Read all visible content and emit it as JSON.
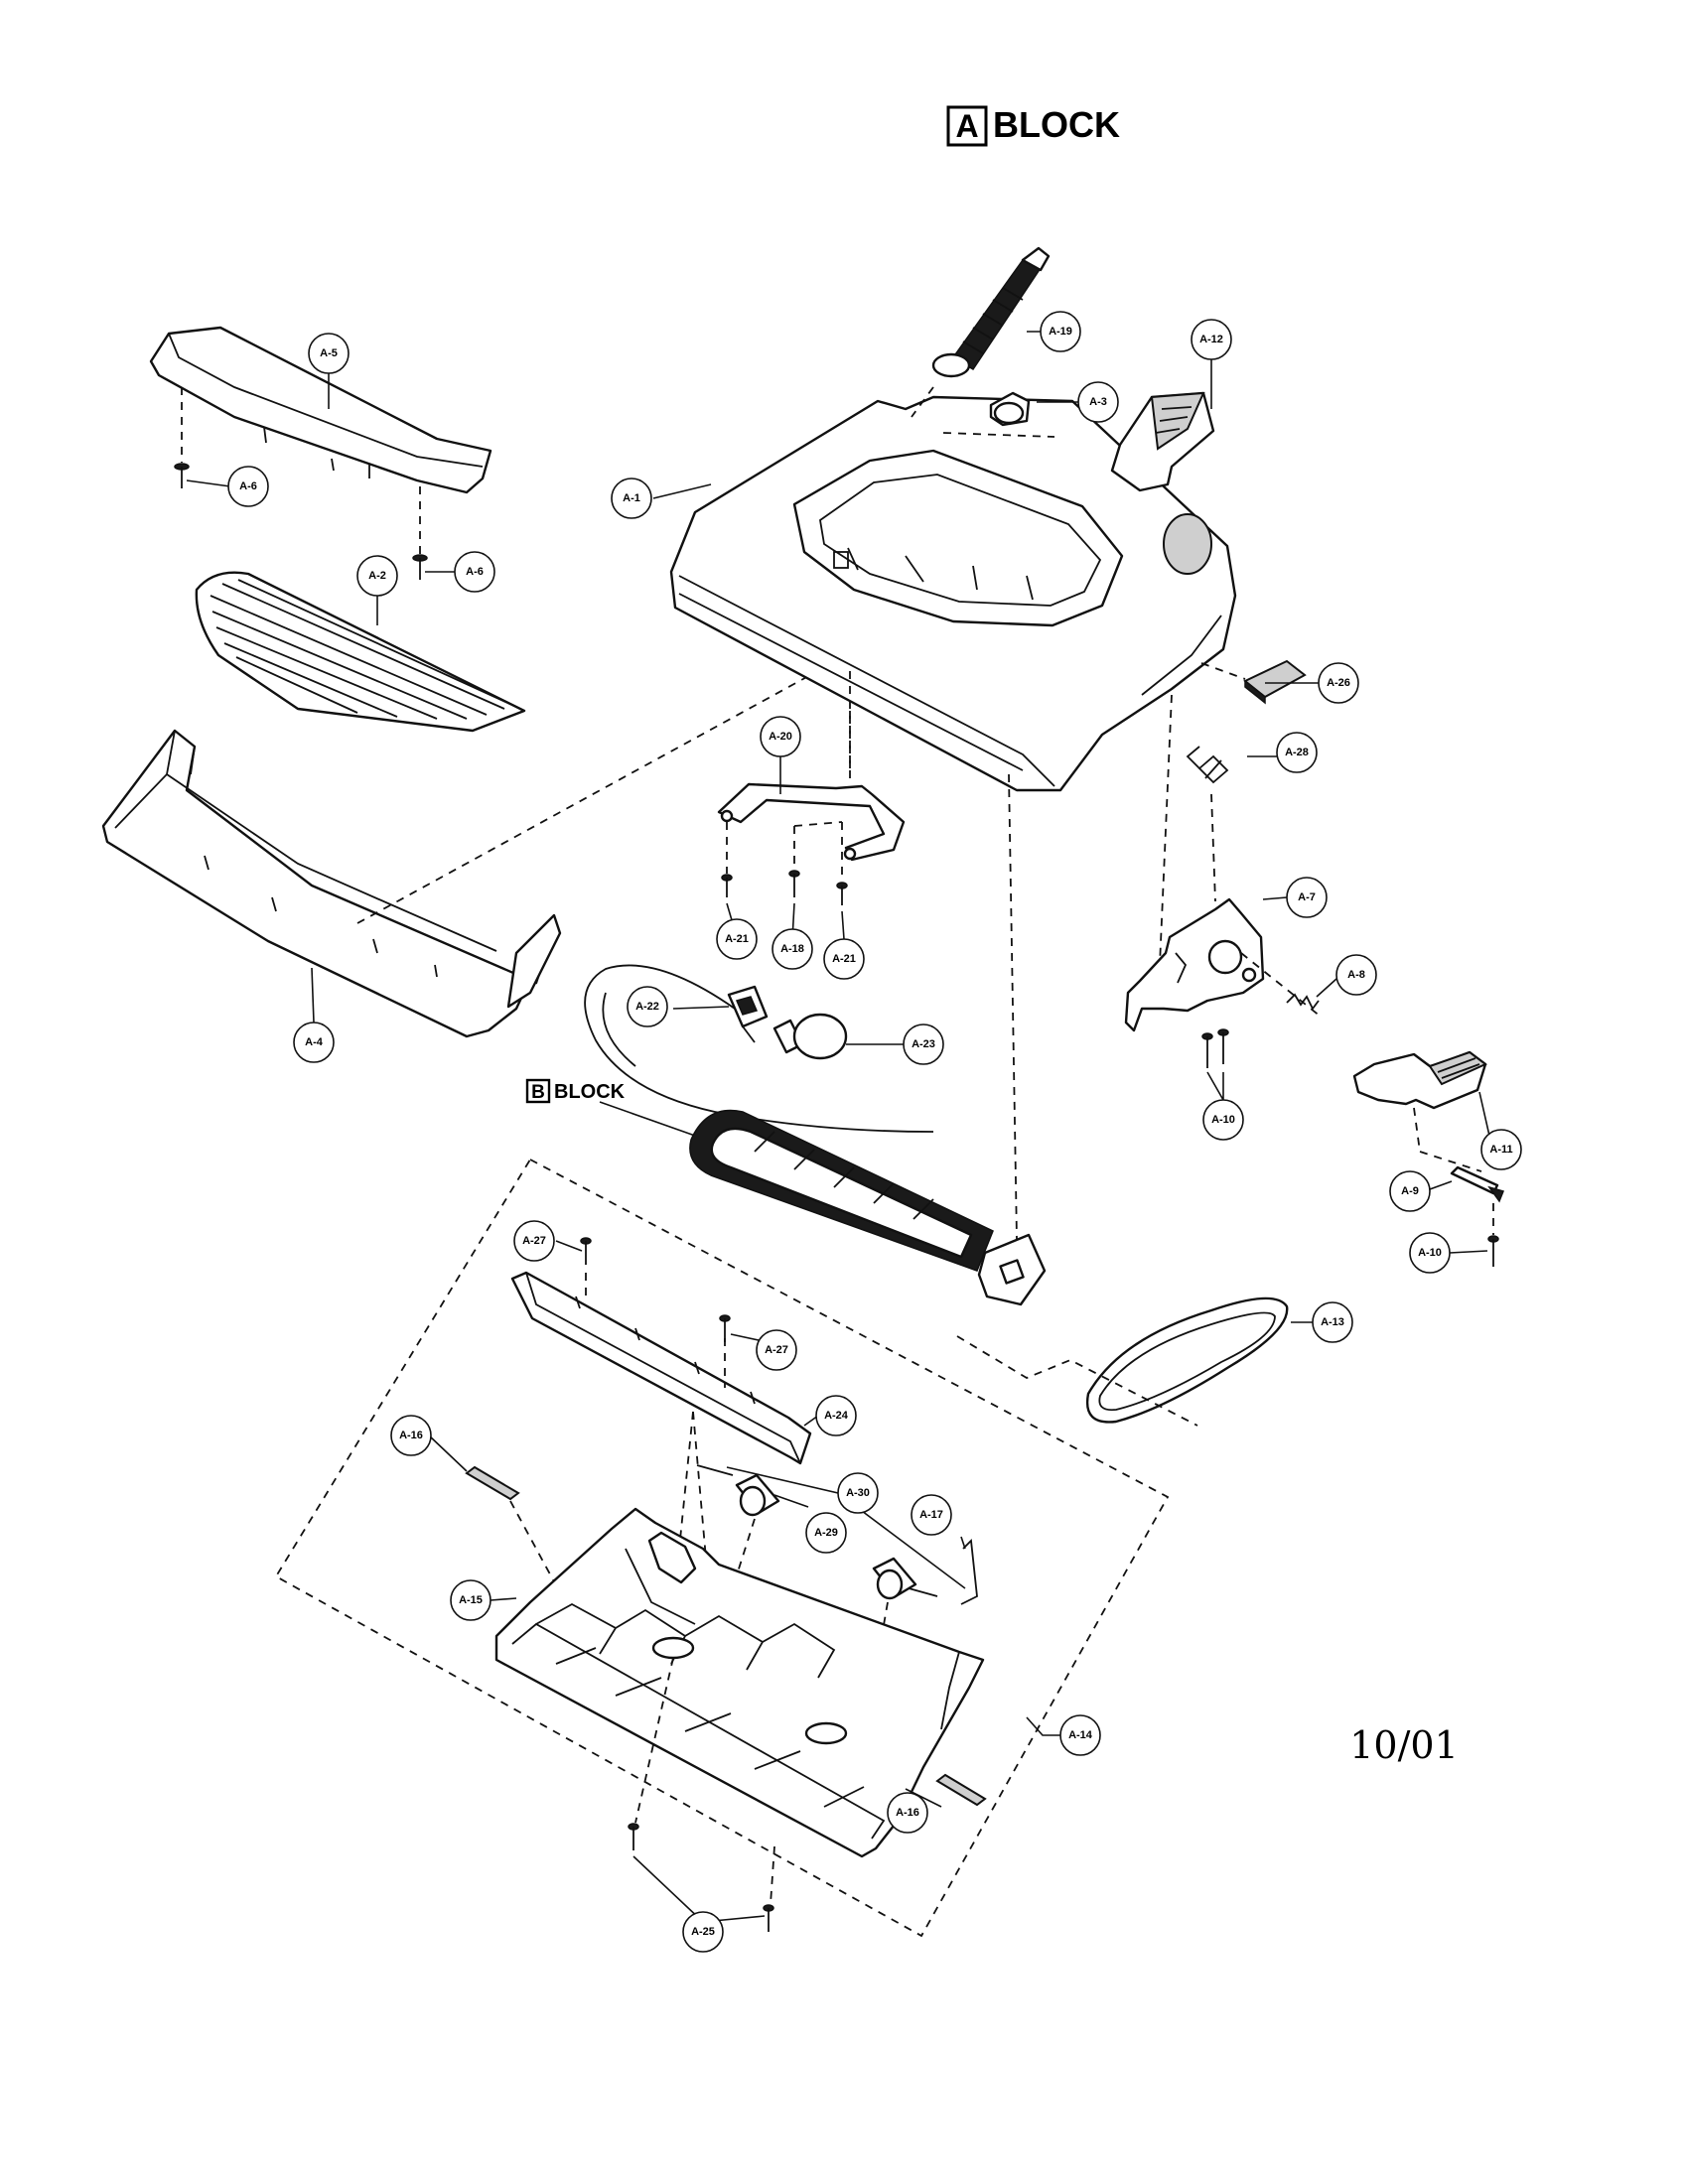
{
  "title": {
    "letter": "A",
    "word": "BLOCK"
  },
  "subtitle": {
    "letter": "B",
    "word": "BLOCK"
  },
  "date": "10/01",
  "callouts": {
    "A1": "A-1",
    "A2": "A-2",
    "A3": "A-3",
    "A4": "A-4",
    "A5": "A-5",
    "A6": "A-6",
    "A7": "A-7",
    "A8": "A-8",
    "A9": "A-9",
    "A10": "A-10",
    "A11": "A-11",
    "A12": "A-12",
    "A13": "A-13",
    "A14": "A-14",
    "A15": "A-15",
    "A16": "A-16",
    "A17": "A-17",
    "A18": "A-18",
    "A19": "A-19",
    "A20": "A-20",
    "A21": "A-21",
    "A22": "A-22",
    "A23": "A-23",
    "A24": "A-24",
    "A25": "A-25",
    "A26": "A-26",
    "A27": "A-27",
    "A28": "A-28",
    "A29": "A-29",
    "A30": "A-30"
  }
}
